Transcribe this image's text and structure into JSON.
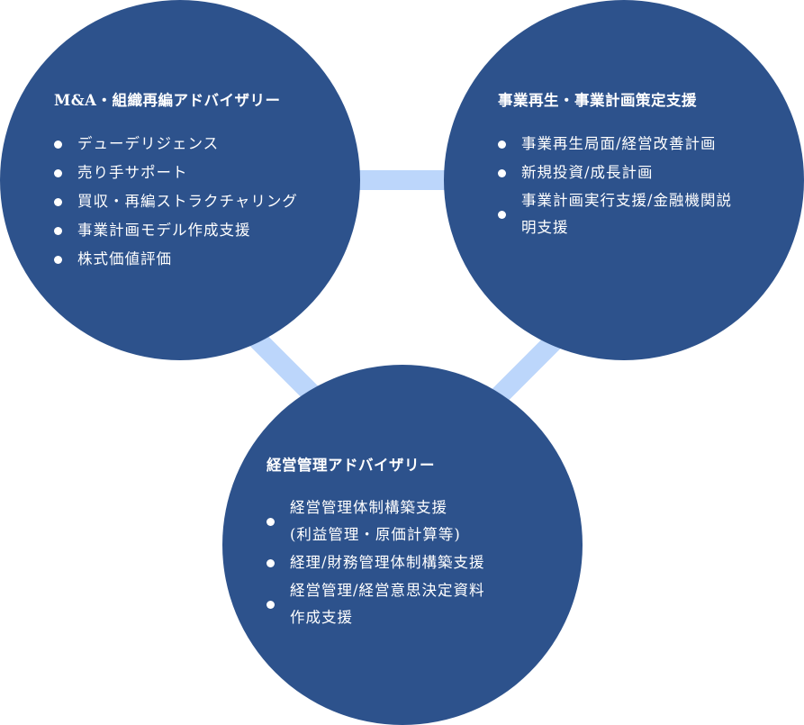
{
  "colors": {
    "circle": "#2d528c",
    "connector": "#bcd6fb"
  },
  "circles": [
    {
      "title": "M&A・組織再編アドバイザリー",
      "items": [
        "デューデリジェンス",
        "売り手サポート",
        "買収・再編ストラクチャリング",
        "事業計画モデル作成支援",
        "株式価値評価"
      ]
    },
    {
      "title": "事業再生・事業計画策定支援",
      "items": [
        "事業再生局面/経営改善計画",
        "新規投資/成長計画",
        "事業計画実行支援/金融機関説\n明支援"
      ]
    },
    {
      "title": "経営管理アドバイザリー",
      "items": [
        "経営管理体制構築支援\n(利益管理・原価計算等)",
        "経理/財務管理体制構築支援",
        "経営管理/経営意思決定資料\n作成支援"
      ]
    }
  ]
}
